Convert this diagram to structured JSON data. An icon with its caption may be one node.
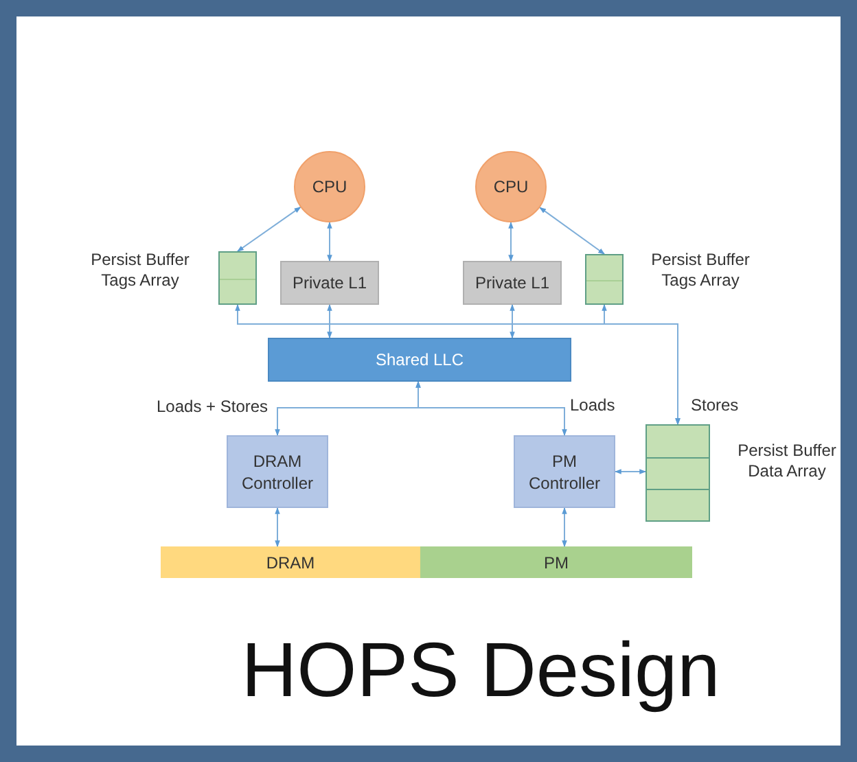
{
  "diagram": {
    "title": "HOPS Design",
    "nodes": [
      {
        "text": [
          "CPU"
        ]
      },
      {
        "text": [
          "CPU"
        ]
      },
      {
        "text": [
          "Persist Buffer Tags Array"
        ]
      },
      {
        "text": [
          "Private L1"
        ]
      },
      {
        "text": [
          "Private L1"
        ]
      },
      {
        "text": [
          "Persist Buffer Tags Array"
        ]
      },
      {
        "text": [
          "Shared LLC"
        ]
      },
      {
        "text": [
          "DRAM Controller"
        ]
      },
      {
        "text": [
          "PM Controller"
        ]
      },
      {
        "text": [
          "Persist Buffer Data Array"
        ]
      },
      {
        "text": [
          "DRAM"
        ]
      },
      {
        "text": [
          "PM"
        ]
      }
    ],
    "edges": [
      {
        "from": 0,
        "to": 2,
        "arrow": "both"
      },
      {
        "from": 0,
        "to": 3,
        "arrow": "both"
      },
      {
        "from": 1,
        "to": 4,
        "arrow": "both"
      },
      {
        "from": 1,
        "to": 5,
        "arrow": "both"
      },
      {
        "from": 3,
        "to": 6,
        "arrow": "both"
      },
      {
        "from": 4,
        "to": 6,
        "arrow": "both"
      },
      {
        "from": 2,
        "to": 9,
        "arrow": "both",
        "label": "Stores"
      },
      {
        "from": 5,
        "to": 9,
        "arrow": "both"
      },
      {
        "from": 6,
        "to": 7,
        "arrow": "both",
        "label": "Loads + Stores"
      },
      {
        "from": 6,
        "to": 8,
        "arrow": "both",
        "label": "Loads"
      },
      {
        "from": 8,
        "to": 9,
        "arrow": "both"
      },
      {
        "from": 7,
        "to": 10,
        "arrow": "both"
      },
      {
        "from": 8,
        "to": 11,
        "arrow": "both"
      }
    ]
  }
}
